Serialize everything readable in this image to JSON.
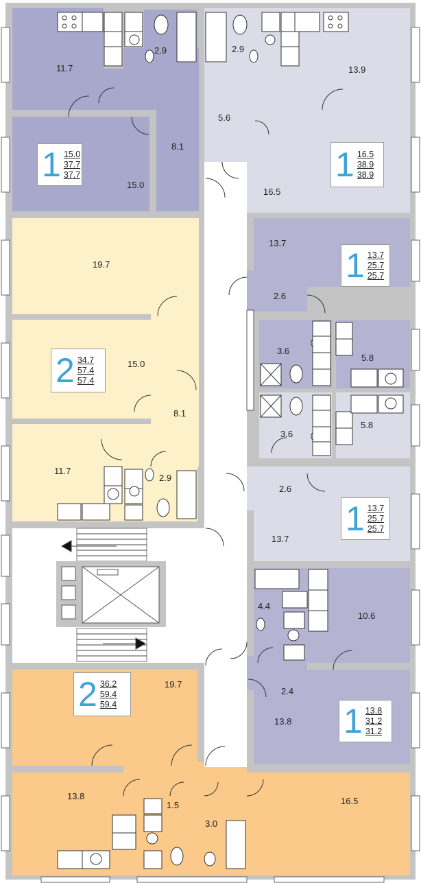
{
  "colors": {
    "apt_dark": "#a8a8cc",
    "apt_light": "#dcdce8",
    "apt_mid": "#b4b4d2",
    "apt_yellow": "#fdf1c9",
    "apt_orange": "#fbc98a",
    "wall": "#a6a6a6",
    "badge_digit": "#3fa3d8"
  },
  "apartments": [
    {
      "rooms": "1",
      "living": "15.0",
      "total": "37.7",
      "total_alt": "37.7"
    },
    {
      "rooms": "1",
      "living": "16.5",
      "total": "38.9",
      "total_alt": "38.9"
    },
    {
      "rooms": "1",
      "living": "13.7",
      "total": "25.7",
      "total_alt": "25.7"
    },
    {
      "rooms": "2",
      "living": "34.7",
      "total": "57.4",
      "total_alt": "57.4"
    },
    {
      "rooms": "1",
      "living": "13.7",
      "total": "25.7",
      "total_alt": "25.7"
    },
    {
      "rooms": "1",
      "living": "13.8",
      "total": "31.2",
      "total_alt": "31.2"
    },
    {
      "rooms": "2",
      "living": "36.2",
      "total": "59.4",
      "total_alt": "59.4"
    }
  ],
  "room_areas": {
    "a1_kitchen": "11.7",
    "a1_bath": "2.9",
    "a1_hall": "8.1",
    "a1_room": "15.0",
    "a2_bath": "2.9",
    "a2_kitchen": "13.9",
    "a2_hall": "5.6",
    "a2_room": "16.5",
    "a3_room": "13.7",
    "a3_hall": "2.6",
    "a3_bath": "3.6",
    "a3_kitchen": "5.8",
    "a4_room1": "19.7",
    "a4_room2": "15.0",
    "a4_hall": "8.1",
    "a4_kitchen": "11.7",
    "a4_bath": "2.9",
    "a5_bath": "3.6",
    "a5_kitchen": "5.8",
    "a5_hall": "2.6",
    "a5_room": "13.7",
    "a6_bath": "4.4",
    "a6_kitchen": "10.6",
    "a6_hall": "2.4",
    "a6_room": "13.8",
    "a7_room1": "19.7",
    "a7_kitchen": "13.8",
    "a7_wc": "1.5",
    "a7_bath": "3.0",
    "a7_room2": "16.5"
  }
}
